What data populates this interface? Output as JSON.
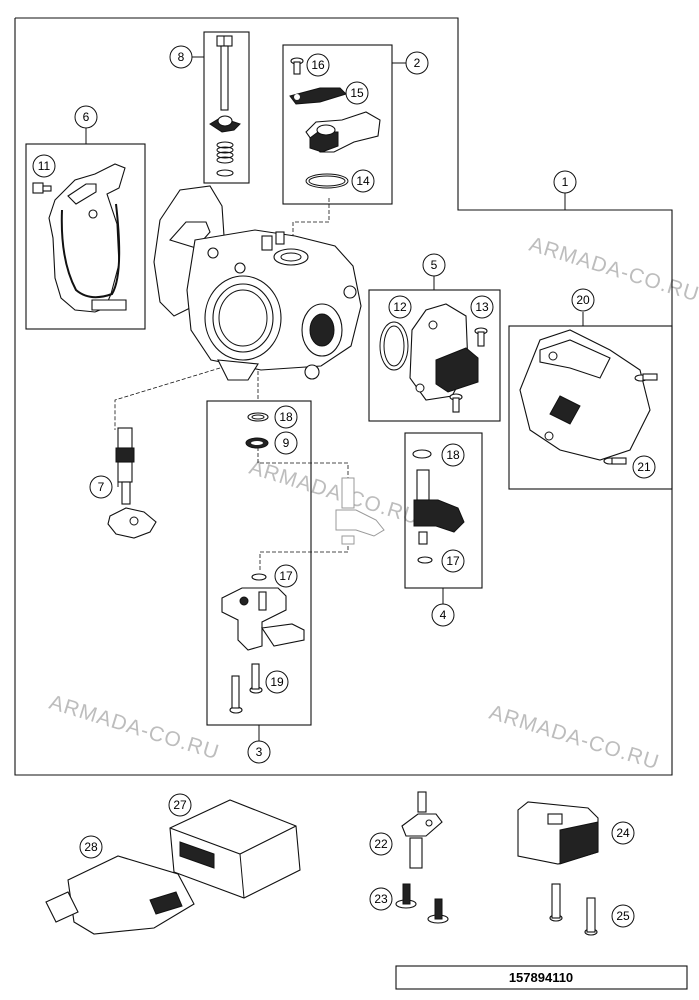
{
  "diagram": {
    "reference_code": "157894110",
    "watermarks": [
      "ARMADA-CO.RU",
      "ARMADA-CO.RU",
      "ARMADA-CO.RU",
      "ARMADA-CO.RU"
    ],
    "callouts": [
      "1",
      "2",
      "3",
      "4",
      "5",
      "6",
      "7",
      "8",
      "9",
      "11",
      "12",
      "13",
      "14",
      "15",
      "16",
      "17",
      "17",
      "18",
      "18",
      "19",
      "20",
      "21",
      "22",
      "23",
      "24",
      "25",
      "27",
      "28"
    ]
  }
}
